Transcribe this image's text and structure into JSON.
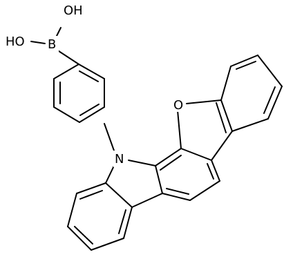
{
  "molecule": {
    "atoms": {
      "oh_top": "OH",
      "ho_left": "HO",
      "boron": "B",
      "oxygen": "O",
      "nitrogen": "N"
    },
    "colors": {
      "bond": "#000000",
      "label": "#000000",
      "background": "#ffffff"
    }
  }
}
